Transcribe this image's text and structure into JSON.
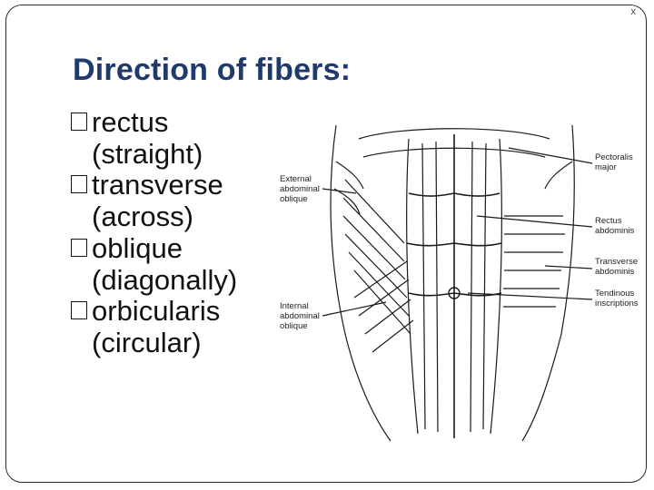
{
  "slide": {
    "title": "Direction of fibers:",
    "bullets": [
      {
        "term": "rectus",
        "meaning": "(straight)"
      },
      {
        "term": "transverse",
        "meaning": "(across)"
      },
      {
        "term": "oblique",
        "meaning": "(diagonally)"
      },
      {
        "term": "orbicularis",
        "meaning": "(circular)"
      }
    ],
    "corner_mark": "x"
  },
  "figure": {
    "labels": {
      "pectoralis_1": "Pectoralis",
      "pectoralis_2": "major",
      "external_1": "External",
      "external_2": "abdominal",
      "external_3": "oblique",
      "rectus_1": "Rectus",
      "rectus_2": "abdominis",
      "transverse_1": "Transverse",
      "transverse_2": "abdominis",
      "tendinous_1": "Tendinous",
      "tendinous_2": "inscriptions",
      "internal_1": "Internal",
      "internal_2": "abdominal",
      "internal_3": "oblique"
    }
  }
}
